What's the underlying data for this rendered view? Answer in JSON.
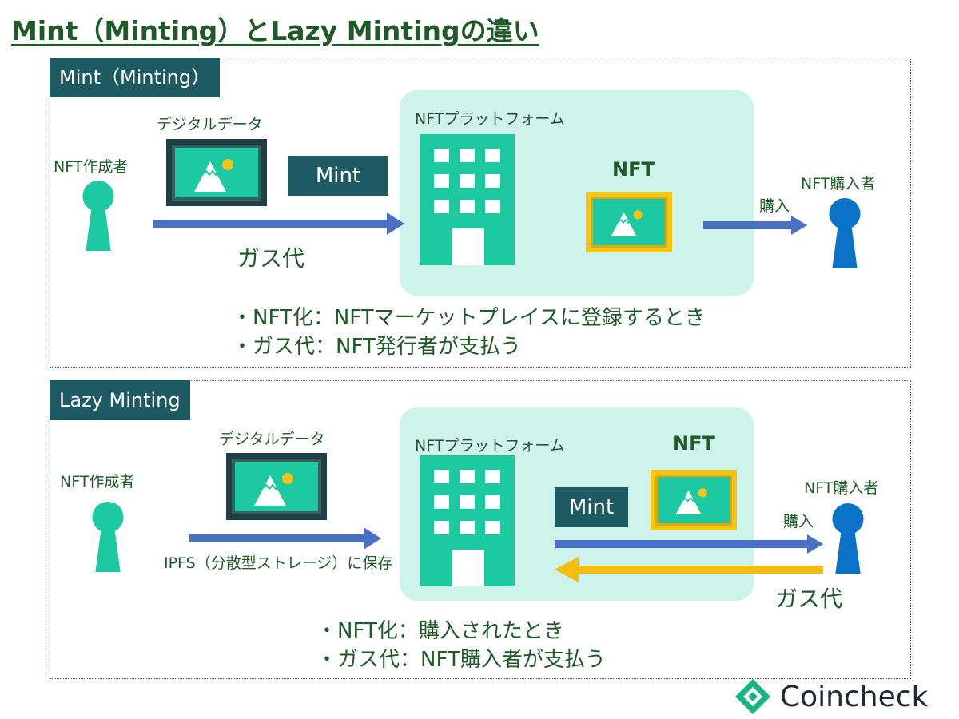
{
  "title": "Mint（Minting）とLazy Mintingの違い",
  "colors": {
    "text": "#1f5a28",
    "panel_label_bg": "#1e5a62",
    "platform_bg": "#cdf3ea",
    "building": "#1cc9a0",
    "creator": "#1cc9a0",
    "buyer": "#0b72c8",
    "arrow_blue": "#4a70c4",
    "arrow_yellow": "#f5bd10",
    "frame_gold": "#f5c518",
    "monitor_frame": "#1e3f45",
    "screen": "#1cc9a0"
  },
  "icons": [
    "person-icon",
    "building-icon",
    "picture-icon",
    "mountain-icon",
    "coincheck-logo-icon"
  ],
  "sections": {
    "mint": {
      "label": "Mint（Minting）",
      "creator": "NFT作成者",
      "digital_data": "デジタルデータ",
      "mint": "Mint",
      "gas": "ガス代",
      "platform": "NFTプラットフォーム",
      "nft": "NFT",
      "purchase": "購入",
      "buyer": "NFT購入者",
      "bullets": [
        "・NFT化：NFTマーケットプレイスに登録するとき",
        "・ガス代：NFT発行者が支払う"
      ]
    },
    "lazy": {
      "label": "Lazy Minting",
      "creator": "NFT作成者",
      "digital_data": "デジタルデータ",
      "ipfs": "IPFS（分散型ストレージ）に保存",
      "platform": "NFTプラットフォーム",
      "nft": "NFT",
      "mint": "Mint",
      "purchase": "購入",
      "buyer": "NFT購入者",
      "gas": "ガス代",
      "bullets": [
        "・NFT化：購入されたとき",
        "・ガス代：NFT購入者が支払う"
      ]
    }
  },
  "logo": {
    "text": "Coincheck"
  }
}
